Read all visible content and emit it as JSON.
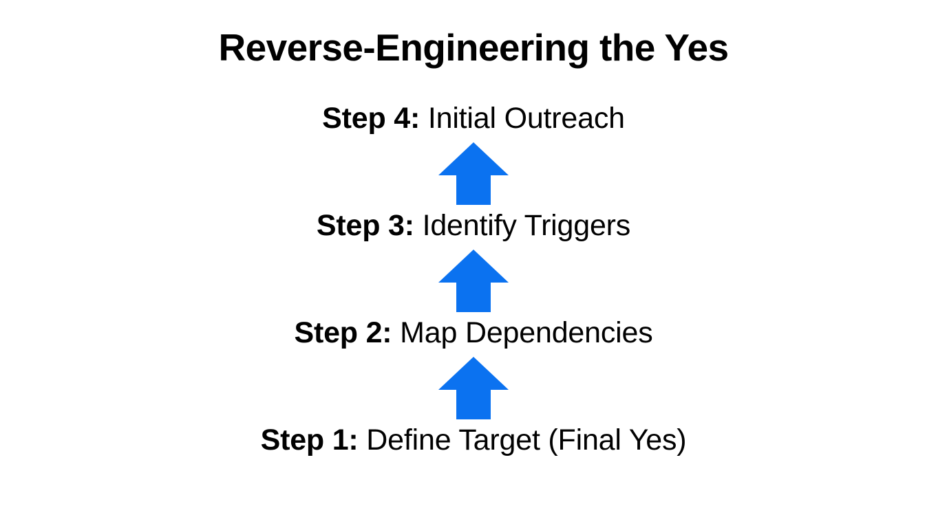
{
  "slide": {
    "title": "Reverse-Engineering the Yes",
    "background_color": "#FFFFFF",
    "text_color": "#010101",
    "arrow_color": "#0B72F0",
    "steps": [
      {
        "label": "Step 4:",
        "name": " Initial Outreach"
      },
      {
        "label": "Step 3:",
        "name": " Identify Triggers"
      },
      {
        "label": "Step 2:",
        "name": " Map Dependencies"
      },
      {
        "label": "Step 1:",
        "name": " Define Target (Final Yes)"
      }
    ],
    "arrows": [
      {
        "name": "up-arrow-icon",
        "direction": "up"
      },
      {
        "name": "up-arrow-icon",
        "direction": "up"
      },
      {
        "name": "up-arrow-icon",
        "direction": "up"
      }
    ]
  }
}
